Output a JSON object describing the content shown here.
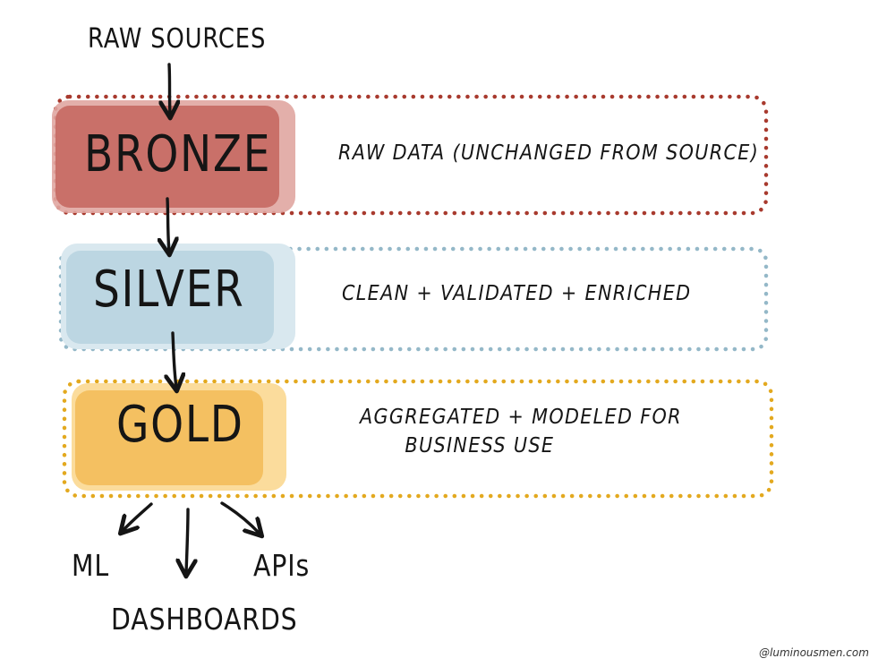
{
  "diagram": {
    "source_label": "RAW SOURCES",
    "layers": [
      {
        "id": "bronze",
        "name": "BRONZE",
        "description": "RAW DATA (UNCHANGED FROM SOURCE)",
        "fill_color": "#c76a64",
        "fill_light": "#e0a6a1",
        "border_color": "#a83a2e"
      },
      {
        "id": "silver",
        "name": "SILVER",
        "description": "CLEAN + VALIDATED + ENRICHED",
        "fill_color": "#bcd6e2",
        "fill_light": "#d9e8ef",
        "border_color": "#94b8c8"
      },
      {
        "id": "gold",
        "name": "GOLD",
        "description_lines": [
          "AGGREGATED + MODELED FOR",
          "BUSINESS USE"
        ],
        "fill_color": "#f4c061",
        "fill_light": "#fbdc9c",
        "border_color": "#e3a91f"
      }
    ],
    "outputs": [
      "ML",
      "DASHBOARDS",
      "APIs"
    ],
    "credit": "@luminousmen.com",
    "line_color": "#151515"
  }
}
